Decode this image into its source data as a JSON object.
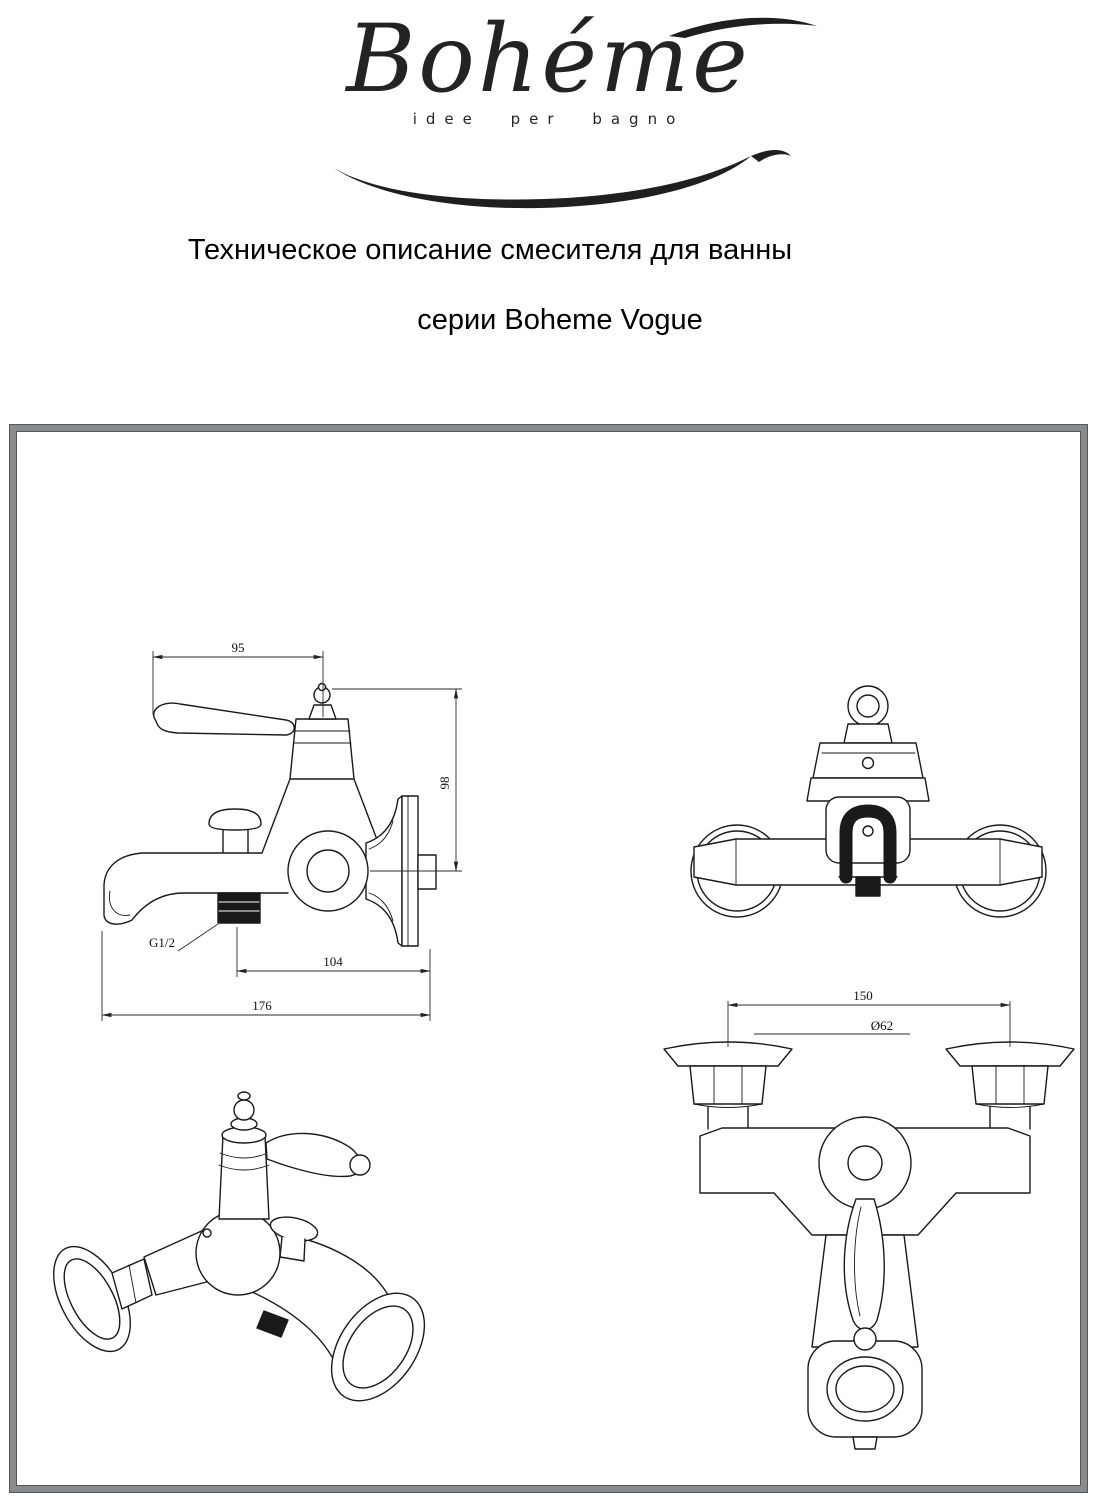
{
  "logo": {
    "brand": "Bohéme",
    "tagline": "idee per bagno"
  },
  "title": {
    "line1": "Техническое описание смесителя для ванны",
    "line2": "серии Boheme Vogue"
  },
  "drawings": {
    "side_view": {
      "dim_top_width": "95",
      "dim_height": "98",
      "thread_label": "G1/2",
      "dim_spout_to_wall": "104",
      "dim_overall_length": "176"
    },
    "front_view_dims": {
      "dim_flange_centers": "150",
      "dim_flange_diameter": "Ø62"
    }
  },
  "colors": {
    "line": "#1a1a1a",
    "frame_border": "#898b8e",
    "background": "#ffffff"
  }
}
